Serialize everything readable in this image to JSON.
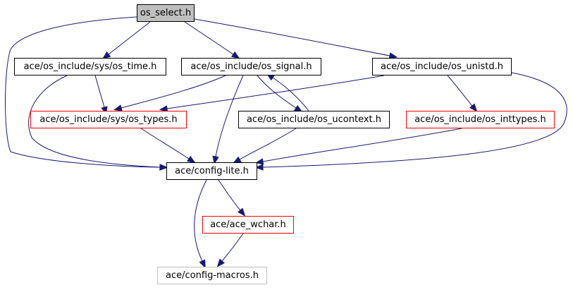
{
  "diagram": {
    "edge_color": "#191970",
    "nodes": {
      "os_select": {
        "label": "os_select.h",
        "style": "root",
        "fill": "#bfbfbf"
      },
      "os_time": {
        "label": "ace/os_include/sys/os_time.h",
        "style": "normal"
      },
      "os_signal": {
        "label": "ace/os_include/os_signal.h",
        "style": "normal"
      },
      "os_unistd": {
        "label": "ace/os_include/os_unistd.h",
        "style": "normal"
      },
      "os_types": {
        "label": "ace/os_include/sys/os_types.h",
        "style": "red",
        "border": "#ff0000"
      },
      "os_ucontext": {
        "label": "ace/os_include/os_ucontext.h",
        "style": "normal"
      },
      "os_inttypes": {
        "label": "ace/os_include/os_inttypes.h",
        "style": "red",
        "border": "#ff0000"
      },
      "config_lite": {
        "label": "ace/config-lite.h",
        "style": "normal"
      },
      "ace_wchar": {
        "label": "ace/ace_wchar.h",
        "style": "red",
        "border": "#ff0000"
      },
      "config_macros": {
        "label": "ace/config-macros.h",
        "style": "grey",
        "border": "#bfbfbf"
      }
    },
    "edges": [
      {
        "from": "os_select",
        "to": "os_time"
      },
      {
        "from": "os_select",
        "to": "os_signal"
      },
      {
        "from": "os_select",
        "to": "os_unistd"
      },
      {
        "from": "os_select",
        "to": "config_lite"
      },
      {
        "from": "os_time",
        "to": "os_types"
      },
      {
        "from": "os_time",
        "to": "config_lite"
      },
      {
        "from": "os_signal",
        "to": "os_types"
      },
      {
        "from": "os_signal",
        "to": "os_ucontext"
      },
      {
        "from": "os_signal",
        "to": "config_lite"
      },
      {
        "from": "os_ucontext",
        "to": "os_signal"
      },
      {
        "from": "os_ucontext",
        "to": "config_lite"
      },
      {
        "from": "os_unistd",
        "to": "os_types"
      },
      {
        "from": "os_unistd",
        "to": "os_inttypes"
      },
      {
        "from": "os_unistd",
        "to": "config_lite"
      },
      {
        "from": "os_types",
        "to": "config_lite"
      },
      {
        "from": "os_inttypes",
        "to": "config_lite"
      },
      {
        "from": "config_lite",
        "to": "ace_wchar"
      },
      {
        "from": "config_lite",
        "to": "config_macros"
      },
      {
        "from": "ace_wchar",
        "to": "config_macros"
      }
    ]
  }
}
